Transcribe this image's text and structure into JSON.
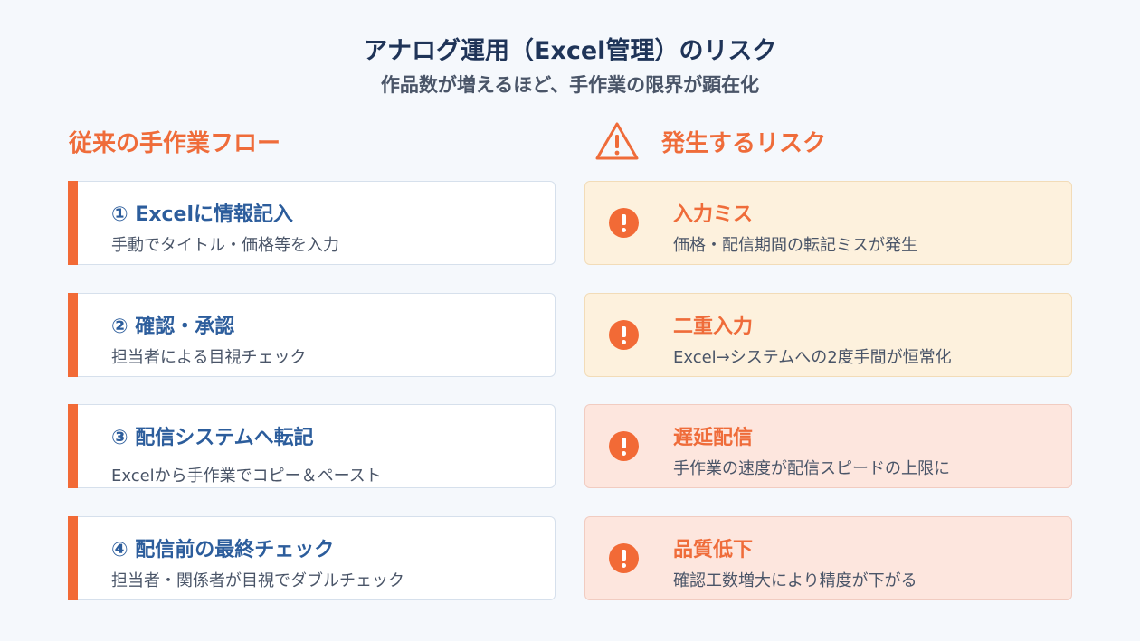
{
  "header": {
    "title": "アナログ運用（Excel管理）のリスク",
    "subtitle": "作品数が増えるほど、手作業の限界が顕在化"
  },
  "left_column": {
    "heading": "従来の手作業フロー",
    "steps": [
      {
        "title": "① Excelに情報記入",
        "desc": "手動でタイトル・価格等を入力"
      },
      {
        "title": "② 確認・承認",
        "desc": "担当者による目視チェック"
      },
      {
        "title": "③ 配信システムへ転記",
        "desc": "Excelから手作業でコピー＆ペースト"
      },
      {
        "title": "④ 配信前の最終チェック",
        "desc": "担当者・関係者が目視でダブルチェック"
      }
    ]
  },
  "right_column": {
    "heading": "発生するリスク",
    "heading_icon": "warning-triangle-icon",
    "risks": [
      {
        "title": "入力ミス",
        "desc": "価格・配信期間の転記ミスが発生",
        "icon": "exclamation-circle-icon"
      },
      {
        "title": "二重入力",
        "desc": "Excel→システムへの2度手間が恒常化",
        "icon": "exclamation-circle-icon"
      },
      {
        "title": "遅延配信",
        "desc": "手作業の速度が配信スピードの上限に",
        "icon": "exclamation-circle-icon"
      },
      {
        "title": "品質低下",
        "desc": "確認工数増大により精度が下がる",
        "icon": "exclamation-circle-icon"
      }
    ]
  },
  "colors": {
    "accent": "#f26a36",
    "title_navy": "#1f3458",
    "step_blue": "#2c5d9c",
    "risk_amber_bg": "#fdf1dd",
    "risk_salmon_bg": "#fde6de",
    "background": "#f5f8fc"
  }
}
